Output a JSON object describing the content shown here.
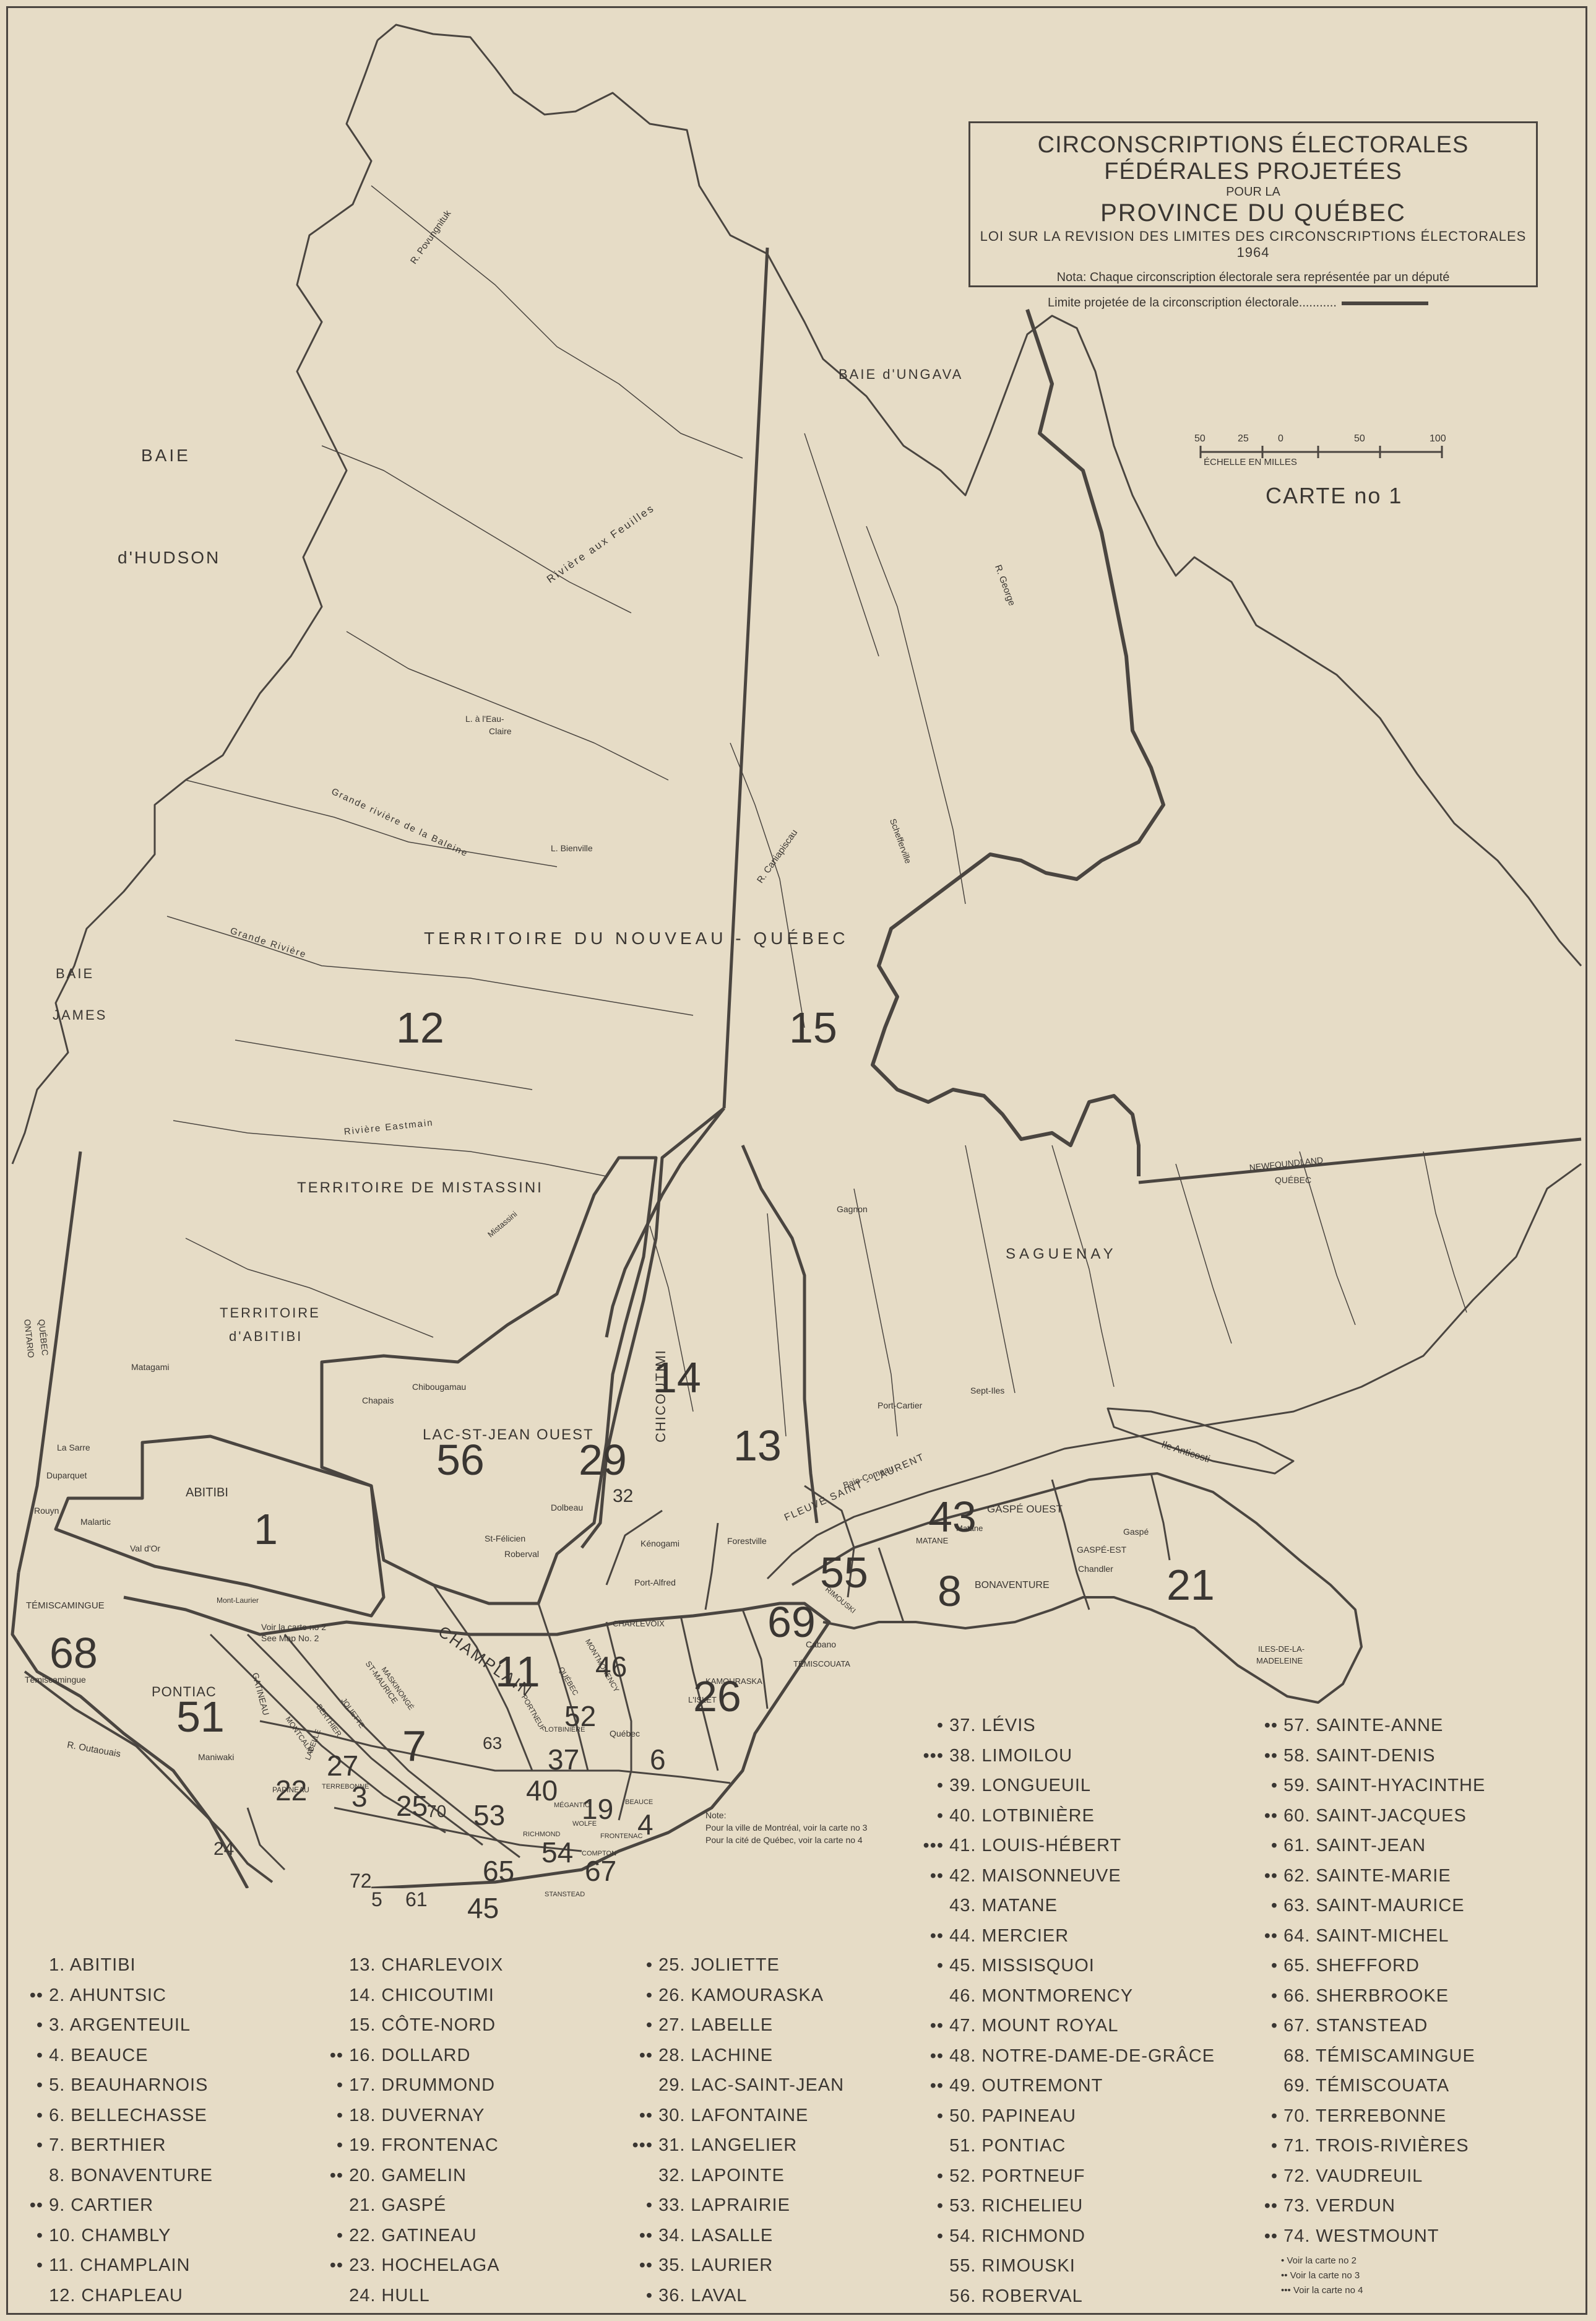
{
  "legend": {
    "title": "CIRCONSCRIPTIONS ÉLECTORALES FÉDÉRALES PROJETÉES",
    "pour_la": "POUR LA",
    "province": "PROVINCE DU QUÉBEC",
    "law": "LOI SUR LA REVISION DES LIMITES DES CIRCONSCRIPTIONS ÉLECTORALES 1964",
    "nota": "Nota: Chaque circonscription électorale sera représentée par un député",
    "limit": "Limite projetée de la circonscription électorale..........."
  },
  "scale": {
    "ticks": [
      "50",
      "25",
      "0",
      "50",
      "100"
    ],
    "label": "ÉCHELLE EN MILLES"
  },
  "carte": "CARTE no 1",
  "regions": {
    "baie_hudson_1": "BAIE",
    "baie_hudson_2": "d'HUDSON",
    "baie_james_1": "BAIE",
    "baie_james_2": "JAMES",
    "baie_ungava": "BAIE d'UNGAVA",
    "nouveau_quebec": "TERRITOIRE DU NOUVEAU - QUÉBEC",
    "mistassini": "TERRITOIRE DE MISTASSINI",
    "abitibi_terr_1": "TERRITOIRE",
    "abitibi_terr_2": "d'ABITIBI",
    "saguenay": "SAGUENAY",
    "lac_st_jean": "LAC-ST-JEAN OUEST",
    "chicoutimi": "CHICOUTIMI",
    "champlain": "CHAMPLAIN",
    "abitibi": "ABITIBI",
    "pontiac": "PONTIAC",
    "temiscamingue": "TÉMISCAMINGUE",
    "bonaventure": "BONAVENTURE",
    "gaspe_ouest": "GASPÉ OUEST",
    "gaspe_est": "GASPÉ-EST",
    "matane": "MATANE",
    "anticosti": "Ile Anticosti",
    "madeleine_1": "ILES-DE-LA-",
    "madeleine_2": "MADELEINE",
    "fleuve": "FLEUVE  SAINT - LAURENT",
    "newfoundland_1": "NEWFOUNDLAND",
    "newfoundland_2": "QUÉBEC",
    "ontario_1": "ONTARIO",
    "ontario_2": "QUÉBEC"
  },
  "places": {
    "eau_claire_1": "L. à l'Eau-",
    "eau_claire_2": "Claire",
    "bienville": "L. Bienville",
    "mistassini_lac": "Mistassini",
    "matagami": "Matagami",
    "chibougamau": "Chibougamau",
    "chapais": "Chapais",
    "la_sarre": "La Sarre",
    "duparquet": "Duparquet",
    "rouyn": "Rouyn",
    "malartic": "Malartic",
    "val_dor": "Val d'Or",
    "dolbeau": "Dolbeau",
    "st_felicien": "St-Félicien",
    "roberval": "Roberval",
    "kenogami": "Kénogami",
    "port_alfred": "Port-Alfred",
    "forestville": "Forestville",
    "baie_comeau": "Baie-Comeau",
    "port_cartier": "Port-Cartier",
    "sept_iles": "Sept-Iles",
    "gagnon": "Gagnon",
    "matane_t": "Matane",
    "gaspe": "Gaspé",
    "chandler": "Chandler",
    "cabano": "Cabano",
    "temiscouata": "TÉMISCOUATA",
    "maniwaki": "Maniwaki",
    "temiscamingue_t": "Témiscamingue",
    "lyslet": "L'ISLET",
    "kamouraska": "KAMOURASKA",
    "charlevoix": "CHARLEVOIX",
    "quebec_city": "Québec",
    "mont_laurier": "Mont-Laurier",
    "papineau": "PAPINEAU",
    "labelle": "LABELLE",
    "gatineau": "GATINEAU",
    "st_maurice": "ST-MAURICE",
    "berthier": "BERTHIER",
    "joliette": "JOLIETTE",
    "montcalm": "MONTCALM",
    "terrebonne": "TERREBONNE",
    "maskinonge": "MASKINONGÉ",
    "portneuf": "PORTNEUF",
    "quebec_r": "QUÉBEC",
    "montmorency": "MONTMORENCY",
    "rimouski": "RIMOUSKI",
    "lotbiniere": "LOTBINIÈRE",
    "richmond": "RICHMOND",
    "stanstead": "STANSTEAD",
    "compton": "COMPTON",
    "beauce": "BEAUCE",
    "megantic": "MÉGANTIC",
    "frontenac": "FRONTENAC",
    "wolfe": "WOLFE"
  },
  "rivers": {
    "povungnituk": "R. Povungnituk",
    "feuilles": "Rivière aux Feuilles",
    "george": "R. George",
    "baleine": "Grande rivière de la Baleine",
    "caniapiscau": "R. Caniapiscau",
    "grande": "Grande Rivière",
    "eastmain": "Rivière Eastmain",
    "outaouais": "R. Outaouais",
    "schefferville": "Schefferville"
  },
  "map_notes": {
    "voir2_1": "Voir la carte no 2",
    "voir2_2": "See Map No. 2",
    "note_title": "Note:",
    "note_1": "Pour la ville de Montréal, voir la carte no 3",
    "note_2": "Pour la cité de Québec, voir la carte no 4"
  },
  "districts": [
    {
      "m": "",
      "t": "1. ABITIBI"
    },
    {
      "m": "••",
      "t": "2. AHUNTSIC"
    },
    {
      "m": "•",
      "t": "3. ARGENTEUIL"
    },
    {
      "m": "•",
      "t": "4. BEAUCE"
    },
    {
      "m": "•",
      "t": "5. BEAUHARNOIS"
    },
    {
      "m": "•",
      "t": "6. BELLECHASSE"
    },
    {
      "m": "•",
      "t": "7. BERTHIER"
    },
    {
      "m": "",
      "t": "8. BONAVENTURE"
    },
    {
      "m": "••",
      "t": "9. CARTIER"
    },
    {
      "m": "•",
      "t": "10. CHAMBLY"
    },
    {
      "m": "•",
      "t": "11. CHAMPLAIN"
    },
    {
      "m": "",
      "t": "12. CHAPLEAU"
    },
    {
      "m": "",
      "t": "13. CHARLEVOIX"
    },
    {
      "m": "",
      "t": "14. CHICOUTIMI"
    },
    {
      "m": "",
      "t": "15. CÔTE-NORD"
    },
    {
      "m": "••",
      "t": "16. DOLLARD"
    },
    {
      "m": "•",
      "t": "17. DRUMMOND"
    },
    {
      "m": "•",
      "t": "18. DUVERNAY"
    },
    {
      "m": "•",
      "t": "19. FRONTENAC"
    },
    {
      "m": "••",
      "t": "20. GAMELIN"
    },
    {
      "m": "",
      "t": "21. GASPÉ"
    },
    {
      "m": "•",
      "t": "22. GATINEAU"
    },
    {
      "m": "••",
      "t": "23. HOCHELAGA"
    },
    {
      "m": "",
      "t": "24. HULL"
    },
    {
      "m": "•",
      "t": "25. JOLIETTE"
    },
    {
      "m": "•",
      "t": "26. KAMOURASKA"
    },
    {
      "m": "•",
      "t": "27. LABELLE"
    },
    {
      "m": "••",
      "t": "28. LACHINE"
    },
    {
      "m": "",
      "t": "29. LAC-SAINT-JEAN"
    },
    {
      "m": "••",
      "t": "30. LAFONTAINE"
    },
    {
      "m": "•••",
      "t": "31. LANGELIER"
    },
    {
      "m": "",
      "t": "32. LAPOINTE"
    },
    {
      "m": "•",
      "t": "33. LAPRAIRIE"
    },
    {
      "m": "••",
      "t": "34. LASALLE"
    },
    {
      "m": "••",
      "t": "35. LAURIER"
    },
    {
      "m": "•",
      "t": "36. LAVAL"
    },
    {
      "m": "•",
      "t": "37. LÉVIS"
    },
    {
      "m": "•••",
      "t": "38. LIMOILOU"
    },
    {
      "m": "•",
      "t": "39. LONGUEUIL"
    },
    {
      "m": "•",
      "t": "40. LOTBINIÈRE"
    },
    {
      "m": "•••",
      "t": "41. LOUIS-HÉBERT"
    },
    {
      "m": "••",
      "t": "42. MAISONNEUVE"
    },
    {
      "m": "",
      "t": "43. MATANE"
    },
    {
      "m": "••",
      "t": "44. MERCIER"
    },
    {
      "m": "•",
      "t": "45. MISSISQUOI"
    },
    {
      "m": "",
      "t": "46. MONTMORENCY"
    },
    {
      "m": "••",
      "t": "47. MOUNT ROYAL"
    },
    {
      "m": "••",
      "t": "48. NOTRE-DAME-DE-GRÂCE"
    },
    {
      "m": "••",
      "t": "49. OUTREMONT"
    },
    {
      "m": "•",
      "t": "50. PAPINEAU"
    },
    {
      "m": "",
      "t": "51. PONTIAC"
    },
    {
      "m": "•",
      "t": "52. PORTNEUF"
    },
    {
      "m": "•",
      "t": "53. RICHELIEU"
    },
    {
      "m": "•",
      "t": "54. RICHMOND"
    },
    {
      "m": "",
      "t": "55. RIMOUSKI"
    },
    {
      "m": "",
      "t": "56. ROBERVAL"
    },
    {
      "m": "••",
      "t": "57. SAINTE-ANNE"
    },
    {
      "m": "••",
      "t": "58. SAINT-DENIS"
    },
    {
      "m": "•",
      "t": "59. SAINT-HYACINTHE"
    },
    {
      "m": "••",
      "t": "60. SAINT-JACQUES"
    },
    {
      "m": "•",
      "t": "61. SAINT-JEAN"
    },
    {
      "m": "••",
      "t": "62. SAINTE-MARIE"
    },
    {
      "m": "•",
      "t": "63. SAINT-MAURICE"
    },
    {
      "m": "••",
      "t": "64. SAINT-MICHEL"
    },
    {
      "m": "•",
      "t": "65. SHEFFORD"
    },
    {
      "m": "•",
      "t": "66. SHERBROOKE"
    },
    {
      "m": "•",
      "t": "67. STANSTEAD"
    },
    {
      "m": "",
      "t": "68. TÉMISCAMINGUE"
    },
    {
      "m": "",
      "t": "69. TÉMISCOUATA"
    },
    {
      "m": "•",
      "t": "70. TERREBONNE"
    },
    {
      "m": "•",
      "t": "71. TROIS-RIVIÈRES"
    },
    {
      "m": "•",
      "t": "72. VAUDREUIL"
    },
    {
      "m": "••",
      "t": "73. VERDUN"
    },
    {
      "m": "••",
      "t": "74. WESTMOUNT"
    }
  ],
  "footnotes": [
    "• Voir la carte no 2",
    "•• Voir la carte no 3",
    "••• Voir la carte no 4"
  ],
  "colors": {
    "paper": "#e6dcc6",
    "ink": "#4a4540"
  }
}
